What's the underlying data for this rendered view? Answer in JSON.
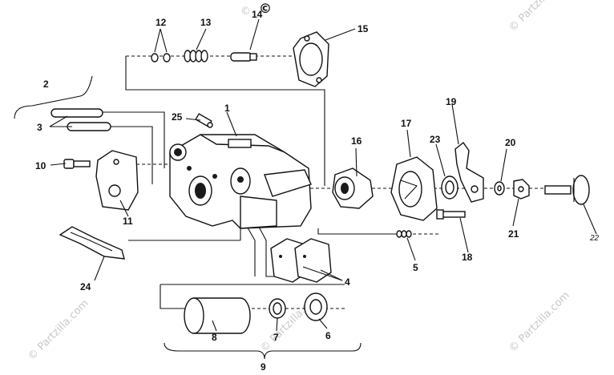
{
  "diagram": {
    "watermark": {
      "copyright": "©",
      "text": "© Partzilla.com"
    },
    "labels": {
      "p1": "1",
      "p2": "2",
      "p3": "3",
      "p4": "4",
      "p5": "5",
      "p6": "6",
      "p7": "7",
      "p8": "8",
      "p9": "9",
      "p10": "10",
      "p11": "11",
      "p12": "12",
      "p13": "13",
      "p14": "14",
      "p15": "15",
      "p16": "16",
      "p17": "17",
      "p18": "18",
      "p19": "19",
      "p20": "20",
      "p21": "21",
      "p22": "22",
      "p23": "23",
      "p24": "24",
      "p25": "25"
    }
  }
}
